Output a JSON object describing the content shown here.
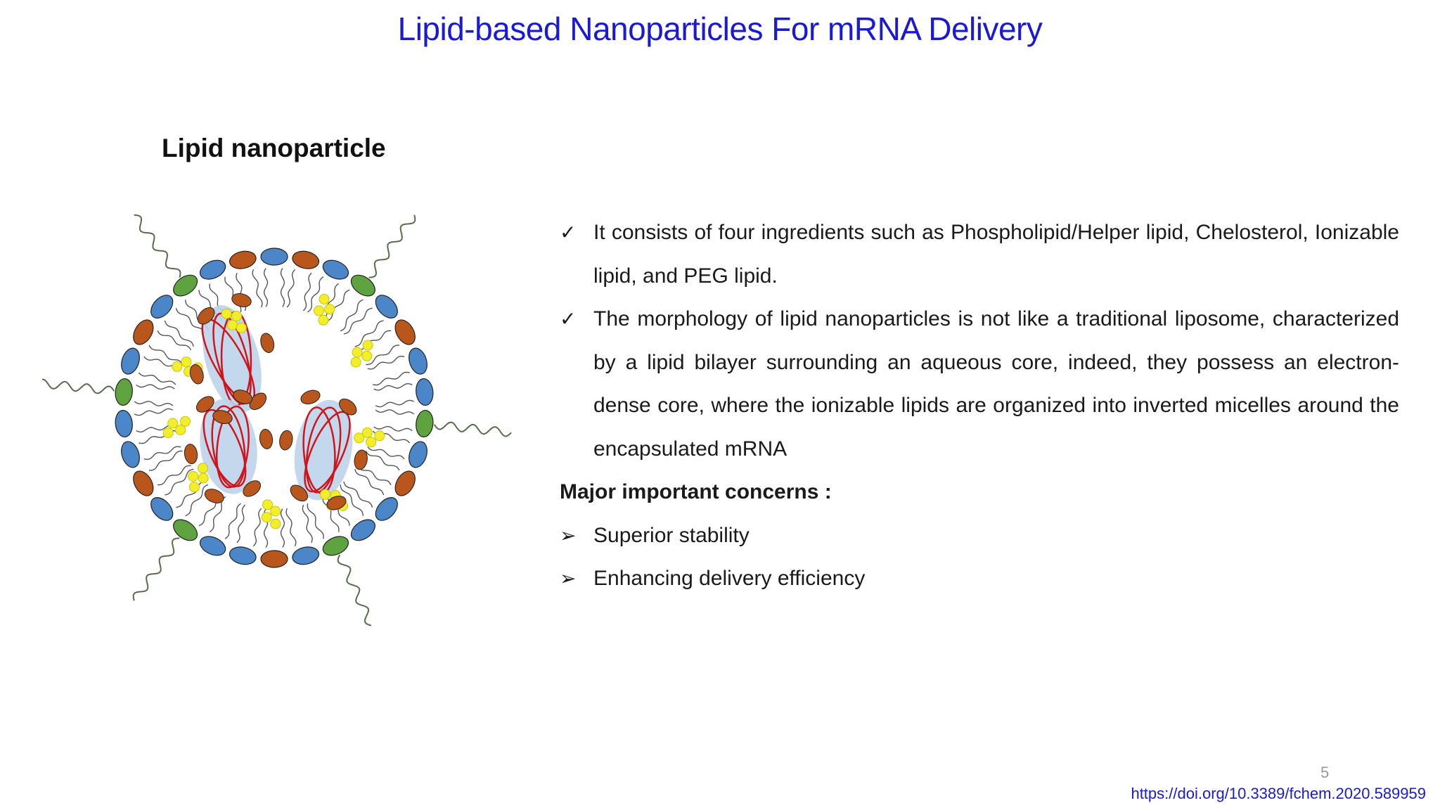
{
  "slide": {
    "title": "Lipid-based Nanoparticles For mRNA Delivery",
    "page_number": "5",
    "reference": "https://doi.org/10.3389/fchem.2020.589959"
  },
  "figure": {
    "title": "Lipid nanoparticle",
    "colors": {
      "phospholipid": "#4a86c8",
      "ionizable_lipid": "#b8561c",
      "peg_lipid": "#5ea340",
      "cholesterol": "#f2ef2a",
      "mrna": "#d0141c",
      "micelle": "#bcd4ea"
    }
  },
  "content": {
    "bullets": [
      {
        "marker": "✓",
        "text": "It consists of four ingredients such as Phospholipid/Helper lipid, Chelosterol, Ionizable lipid, and PEG lipid."
      },
      {
        "marker": "✓",
        "text": "The morphology of lipid nanoparticles is not like a traditional liposome, characterized by a lipid bilayer surrounding an aqueous core, indeed, they possess an electron-dense core, where the ionizable lipids are organized into inverted micelles around the encapsulated mRNA"
      }
    ],
    "concerns_heading": "Major important concerns :",
    "concerns": [
      {
        "marker": "➢",
        "text": "Superior stability"
      },
      {
        "marker": "➢",
        "text": "Enhancing delivery efficiency"
      }
    ]
  }
}
